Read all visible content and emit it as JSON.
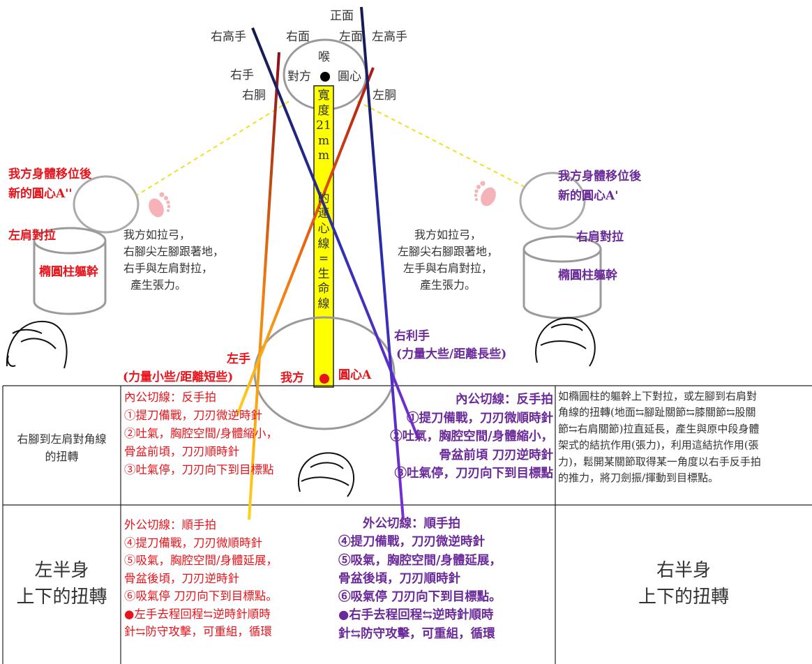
{
  "top": {
    "front": "正面",
    "right_face": "右面",
    "left_face": "左面",
    "right_high_hand": "右高手",
    "left_high_hand": "左高手",
    "throat": "喉",
    "right_hand": "右手",
    "opponent": "對方",
    "center": "圓心",
    "right_torso": "右胴",
    "left_torso": "左胴"
  },
  "vertical_text": [
    "寬",
    "度",
    "21",
    "m",
    "m",
    "的",
    "連",
    "心",
    "線",
    "=",
    "生",
    "命",
    "線"
  ],
  "left_side": {
    "shift_title_1": "我方身體移位後",
    "shift_title_2": "新的圓心A''",
    "shoulder": "左肩對拉",
    "trunk": "橢圓柱軀幹",
    "desc": [
      "我方如拉弓，",
      "右腳尖左腳跟著地，",
      "右手與左肩對拉，",
      "產生張力。"
    ]
  },
  "right_side": {
    "shift_title_1": "我方身體移位後",
    "shift_title_2": "新的圓心A'",
    "shoulder": "右肩對拉",
    "trunk": "橢圓柱軀幹",
    "desc": [
      "我方如拉弓，",
      "左腳尖右腳跟著地，",
      "左手與右肩對拉，",
      "產生張力。"
    ]
  },
  "bottom_circle": {
    "left_hand": "左手",
    "left_hand_note": "(力量小些/距離短些)",
    "we": "我方",
    "center_a": "圓心A",
    "right_hand": "右利手",
    "right_hand_note": "(力量大些/距離長些)"
  },
  "table": {
    "row1_label": [
      "右腳到左肩對角線",
      "的扭轉"
    ],
    "row1_left": [
      "內公切線：反手拍",
      "①提刀備戰，刀刃微逆時針",
      "②吐氣，胸腔空間/身體縮小，",
      "骨盆前頃，刀刃順時針",
      "③吐氣停，刀刃向下到目標點"
    ],
    "row1_right": [
      "內公切線：反手拍",
      "①提刀備戰，刀刃微順時針",
      "②吐氣，胸腔空間/身體縮小，",
      "骨盆前頃 刀刃逆時針",
      "③吐氣停，刀刃向下到目標點"
    ],
    "row1_desc": [
      "如橢圓柱的軀幹上下對拉，或左腳到右肩對",
      "角線的扭轉(地面⇆腳趾關節⇆膝關節⇆股關",
      "節⇆右肩關節)拉直延長，產生與原中段身體",
      "架式的結抗作用(張力)，利用這結抗作用(張",
      "力)，鬆開某關節取得某一角度以右手反手拍",
      "的推力，將刀劍振/揮動到目標點。"
    ],
    "row2_label": [
      "左半身",
      "上下的扭轉"
    ],
    "row2_left": [
      "外公切線：順手拍",
      "④提刀備戰，刀刃微順時針",
      "⑤吸氣，胸腔空間/身體延展，",
      "骨盆後頃，刀刃逆時針",
      "⑥吸氣停 刀刃向下到目標點。",
      "●左手去程回程⇆逆時針順時",
      "針⇆防守攻擊，可重組，循環"
    ],
    "row2_right": [
      "外公切線：順手拍",
      "④提刀備戰，刀刃微逆時針",
      "⑤吸氣，胸腔空間/身體延展，",
      "骨盆後頃，刀刃順時針",
      "⑥吸氣停 刀刃向下到目標點。",
      "●右手去程回程⇆逆時針順時",
      "針⇆防守攻擊，可重組，循環"
    ],
    "row2_right_label": [
      "右半身",
      "上下的扭轉"
    ]
  },
  "colors": {
    "red": "#e8141b",
    "purple": "#6a2a9a",
    "yellow": "#ffff00",
    "gray": "#999999"
  }
}
